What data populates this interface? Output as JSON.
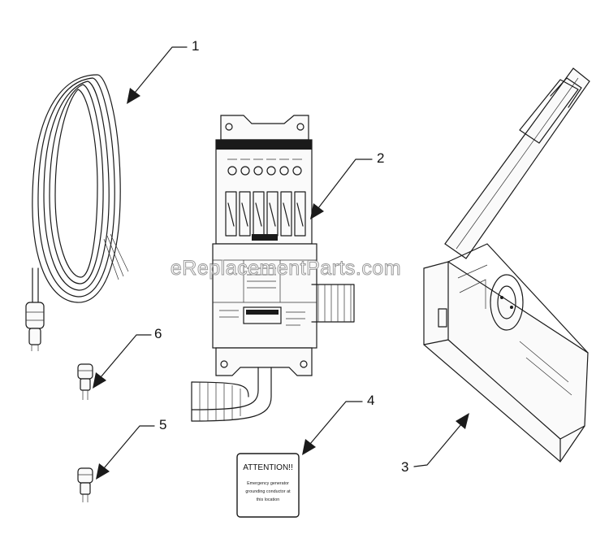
{
  "watermark": "eReplacementParts.com",
  "callouts": {
    "c1": "1",
    "c2": "2",
    "c3": "3",
    "c4": "4",
    "c5": "5",
    "c6": "6"
  },
  "label_part": {
    "title": "ATTENTION!!",
    "line1": "Emergency generator",
    "line2": "grounding conductor at",
    "line3": "this location"
  },
  "colors": {
    "ink": "#1a1a1a",
    "background": "#ffffff",
    "watermark_outline": "#9a9a9a"
  }
}
